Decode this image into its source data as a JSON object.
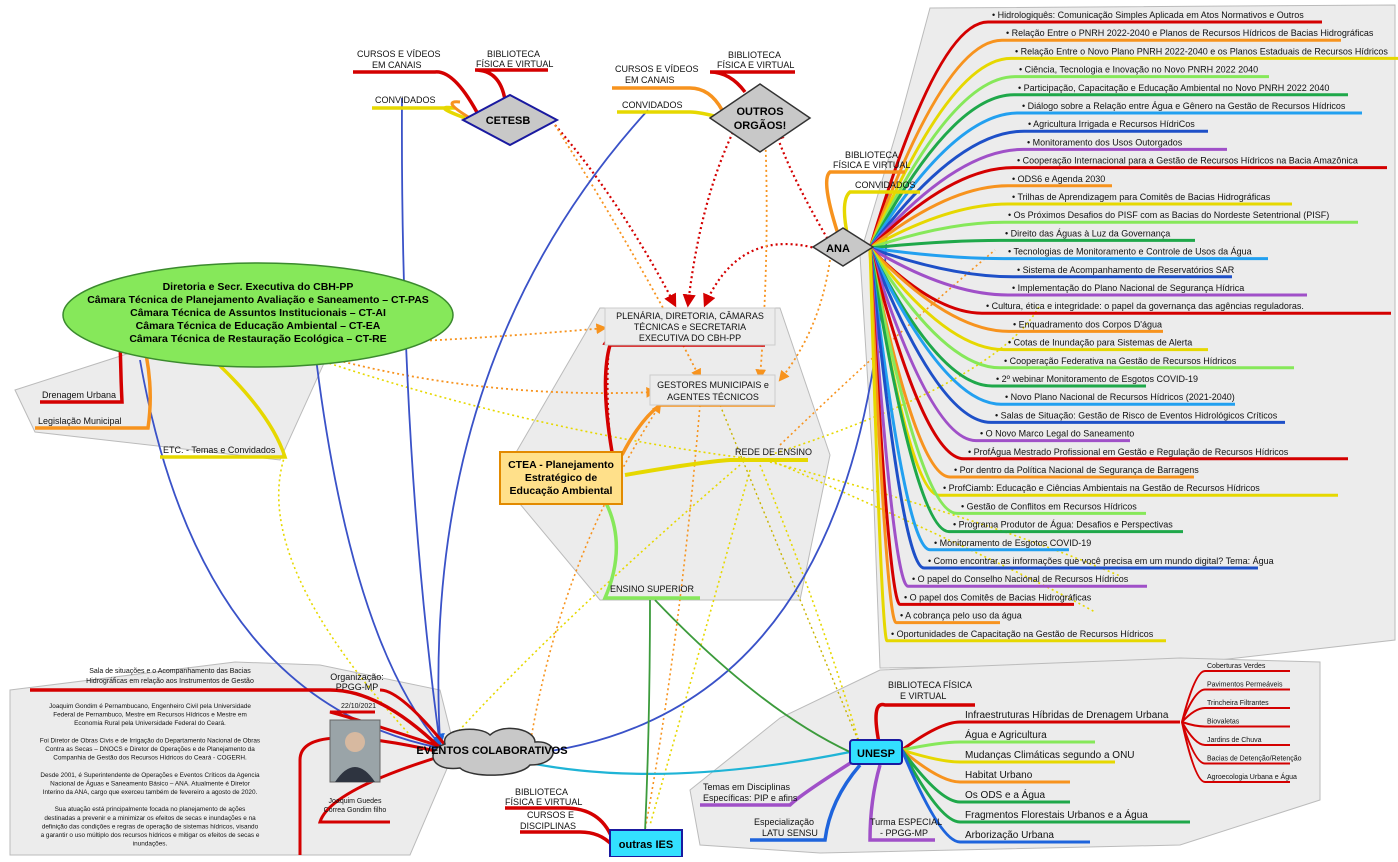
{
  "core": {
    "lines": [
      "Diretoria e Secr. Executiva do CBH-PP",
      "Câmara Técnica de Planejamento Avaliação e Saneamento – CT-PAS",
      "Câmara Técnica de Assuntos Institucionais – CT-AI",
      "Câmara Técnica de Educação Ambiental – CT-EA",
      "Câmara Técnica de Restauração Ecológica – CT-RE"
    ],
    "branches": [
      "Drenagem Urbana",
      "Legislação Municipal",
      "ETC. - Temas e Convidados"
    ]
  },
  "cetesb": {
    "name": "CETESB",
    "branches": [
      "CURSOS E VÍDEOS",
      "EM CANAIS",
      "BIBLIOTECA",
      "FÍSICA E VIRTUAL",
      "CONVIDADOS"
    ]
  },
  "outros": {
    "name1": "OUTROS",
    "name2": "ORGÃOS!",
    "branches": [
      "CURSOS E VÍDEOS",
      "EM CANAIS",
      "BIBLIOTECA",
      "FÍSICA E VIRTUAL",
      "CONVIDADOS"
    ]
  },
  "ana": {
    "name": "ANA",
    "branches": [
      "BIBLIOTECA",
      "FÍSICA E VIRTUAL",
      "CONVIDADOS"
    ],
    "topics": [
      "• Hidrologiquês: Comunicação Simples Aplicada em Atos Normativos e Outros",
      "• Relação Entre o PNRH 2022-2040 e Planos de Recursos Hídricos de Bacias Hidrográficas",
      "• Relação Entre o Novo Plano PNRH 2022-2040 e os Planos Estaduais de Recursos Hídricos",
      "• Ciência, Tecnologia e Inovação no Novo PNRH 2022 2040",
      "• Participação, Capacitação e Educação Ambiental no Novo PNRH 2022 2040",
      "• Diálogo sobre a Relação entre Água e Gênero na Gestão de Recursos Hídricos",
      "• Agricultura Irrigada e Recursos HídriCos",
      "• Monitoramento dos Usos Outorgados",
      "• Cooperação Internacional para a Gestão de Recursos Hídricos na Bacia Amazônica",
      "• ODS6 e Agenda 2030",
      "• Trilhas de Aprendizagem para Comitês de Bacias Hidrográficas",
      "• Os Próximos Desafios do PISF com as Bacias do Nordeste Setentrional (PISF)",
      "• Direito das Águas à Luz da Governança",
      "• Tecnologias de Monitoramento e Controle de Usos da Água",
      "• Sistema de Acompanhamento de Reservatórios SAR",
      "• Implementação do Plano Nacional de Segurança Hídrica",
      "• Cultura, ética e integridade: o papel da governança das agências reguladoras.",
      "• Enquadramento dos Corpos D'água",
      "• Cotas de Inundação para Sistemas de Alerta",
      "• Cooperação Federativa na Gestão de Recursos Hídricos",
      "• 2º webinar Monitoramento de Esgotos COVID-19",
      "• Novo Plano Nacional de Recursos Hídricos (2021-2040)",
      "• Salas de Situação: Gestão de Risco de Eventos Hidrológicos Críticos",
      "• O Novo Marco Legal do Saneamento",
      "• ProfÁgua Mestrado Profissional em Gestão e Regulação de Recursos Hídricos",
      "• Por dentro da Política Nacional de Segurança de Barragens",
      "• ProfCiamb: Educação e Ciências Ambientais na Gestão de Recursos Hídricos",
      "• Gestão de Conflitos em Recursos Hídricos",
      "• Programa Produtor de Água: Desafios e Perspectivas",
      "• Monitoramento de Esgotos COVID-19",
      "• Como encontrar as informações que você precisa em um mundo digital? Tema: Água",
      "• O papel do Conselho Nacional de Recursos Hídricos",
      "• O papel dos Comitês de Bacias Hidrográficas",
      "• A cobrança pelo uso da água",
      "• Oportunidades de Capacitação na Gestão de Recursos Hídricos"
    ]
  },
  "ctea": {
    "lines": [
      "CTEA - Planejamento",
      "Estratégico de",
      "Educação Ambiental"
    ],
    "plenaria": [
      "PLENÁRIA, DIRETORIA, CÂMARAS",
      "TÉCNICAS e SECRETARIA",
      "EXECUTIVA DO CBH-PP"
    ],
    "gestores": [
      "GESTORES MUNICIPAIS e",
      "AGENTES TÉCNICOS"
    ],
    "rede": "REDE DE ENSINO",
    "superior": "ENSINO SUPERIOR"
  },
  "eventos": {
    "name": "EVENTOS COLABORATIVOS",
    "org": [
      "Organização:",
      "PPGG-MP"
    ],
    "date": "22/10/2021",
    "speaker": [
      "Joaquim Guedes",
      "Correa Gondim filho"
    ],
    "sala": [
      "Sala de situações e o Acompanhamento das Bacias",
      "Hidrográficas em relação aos Instrumentos de Gestão"
    ],
    "bio": [
      "Joaquim Gondim é Pernambucano, Engenheiro Civil pela Universidade",
      "Federal de Pernambuco, Mestre em Recursos Hídricos e Mestre em",
      "Economia Rural pela Universidade Federal do Ceará.",
      "",
      "Foi Diretor de Obras Civis e de Irrigação do Departamento Nacional de Obras",
      "Contra as Secas – DNOCS e Diretor de Operações e de Planejamento da",
      "Companhia de Gestão dos Recursos Hídricos do Ceará - COGERH.",
      "",
      "Desde 2001, é Superintendente de Operações e Eventos Críticos da Agencia",
      "Nacional de Águas e Saneamento Básico – ANA. Atualmente é Diretor",
      "Interino da ANA, cargo que exerceu também de fevereiro a agosto de 2020.",
      "",
      "Sua atuação está principalmente focada no planejamento de ações",
      "destinadas a prevenir e a minimizar os efeitos de secas e inundações e na",
      "definição das condições e regras de operação de sistemas hídricos, visando",
      "a garantir o uso múltiplo dos recursos hídricos e mitigar os efeitos de secas e",
      "inundações."
    ]
  },
  "outras_ies": {
    "name": "outras IES",
    "branches": [
      "BIBLIOTECA",
      "FÍSICA E VIRTUAL",
      "CURSOS E",
      "DISCIPLINAS"
    ]
  },
  "unesp": {
    "name": "UNESP",
    "biblioteca": [
      "BIBLIOTECA FÍSICA",
      "E VIRTUAL"
    ],
    "temas": [
      "Temas em Disciplinas",
      "Específicas: PIP e afins"
    ],
    "especializacao": [
      "Especialização",
      "LATU SENSU"
    ],
    "turma": [
      "Turma ESPECIAL",
      "- PPGG-MP"
    ],
    "topics": [
      "Infraestruturas Híbridas de Drenagem Urbana",
      "Água e Agricultura",
      "Mudanças Climáticas segundo a ONU",
      "Habitat Urbano",
      "Os ODS e a Água",
      "Fragmentos Florestais Urbanos e a Água",
      "Arborização Urbana"
    ],
    "infra": [
      "Coberturas Verdes",
      "Pavimentos Permeáveis",
      "Trincheira Filtrantes",
      "Biovaletas",
      "Jardins de Chuva",
      "Bacias de Detenção/Retenção",
      "Agroecologia Urbana e Água"
    ]
  },
  "colors": {
    "green": "#86e85a",
    "orange": "#f7931e",
    "red": "#d40000",
    "blue": "#1e64dc",
    "ctea_fill": "#ffe08a",
    "unesp_fill": "#33e0ff"
  }
}
